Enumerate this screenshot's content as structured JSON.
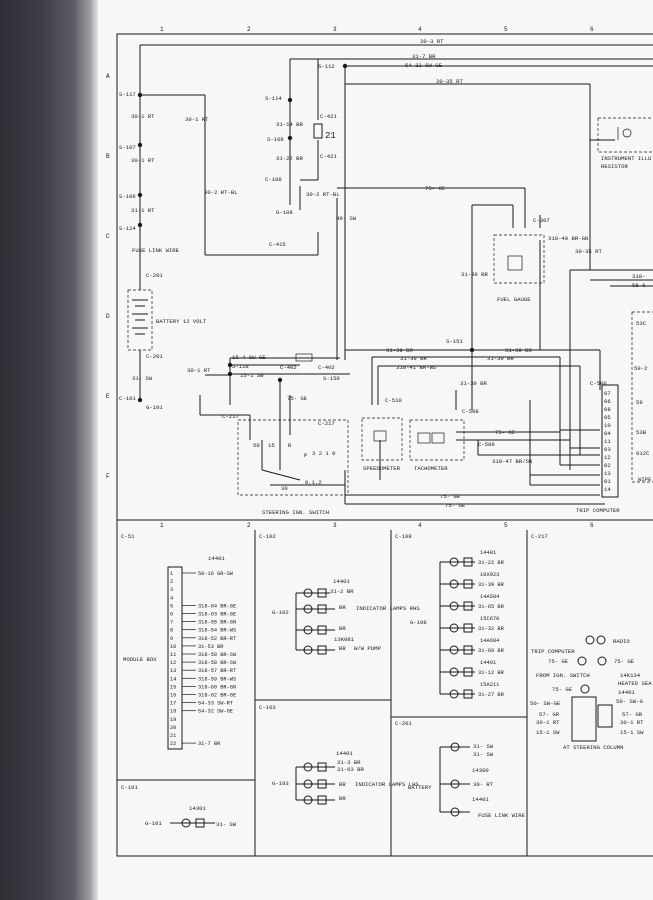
{
  "grid": {
    "cols": [
      "1",
      "2",
      "3",
      "4",
      "5",
      "6"
    ],
    "rows": [
      "A",
      "B",
      "C",
      "D",
      "E",
      "F"
    ]
  },
  "top_labels": {
    "w30_3": "30-3 RT",
    "w31_7": "31-7 BR",
    "w54_32": "54-32 SW-GE",
    "w30_35": "30-35 RT",
    "s112": "S-112",
    "s117": "S-117",
    "s114": "S-114",
    "s108": "S-108",
    "s107": "S-107",
    "s106": "S-106",
    "s124": "S-124",
    "c421a": "C-421",
    "c421b": "C-421",
    "fuse21": "21",
    "w31_14": "31-14 BR",
    "w31_22": "31-22 BR",
    "c108": "C-108",
    "g108": "G-108",
    "w30_2a": "30-2 RT-BL",
    "w30_2b": "30-2 RT-BL",
    "w30_1a": "30-1 RT",
    "w30_1b": "30-1 RT",
    "w30_1c": "30-1 RT",
    "w31_1a": "31-1 RT",
    "w75_ge": "75- GE",
    "w49_sw": "49- SW",
    "c415": "C-415",
    "c307": "C-307",
    "w318_40": "318-40 BR-GN",
    "w30_35b": "30-35 RT",
    "w31_39a": "31-39 BR",
    "fuse_link": "FUSE LINK WIRE",
    "c201a": "C-201",
    "battery": "BATTERY 12 VOLT",
    "c201b": "C-201",
    "w31_sw": "31- SW",
    "c101": "C-101",
    "g101": "G-101",
    "instr": "INSTRUMENT ILLU",
    "resistor": "RESISTOR",
    "fuel_gauge": "FUEL GAUGE",
    "s151": "S-151",
    "w31_39b": "31-39 BR",
    "w31_39c": "31-39 BR",
    "w318_41": "318-41 BR-WS",
    "w31_39d": "31-39 BR",
    "w31_39e": "31-39 BR",
    "w15_4": "15-4 SW-GE",
    "s118": "S-118",
    "w15_1": "15-1 SW",
    "c402a": "C-402",
    "c402b": "C-402",
    "s150": "S-150",
    "w75_ge2": "75- GE",
    "c217": "C-217",
    "c217b": "C-217",
    "c510": "C-510",
    "c508": "C-508",
    "c509": "C-509",
    "w31_39f": "31-39 BR",
    "w75_ge3": "75- GE",
    "w318_47": "318-47 BR/SW",
    "w75_ge4": "75- GE",
    "w75_ge5": "75- GE",
    "speedo": "SPEEDOMETER",
    "tacho": "TACHOMETER",
    "ign": "STEERING IGN. SWITCH",
    "trip": "TRIP COMPUTER",
    "c506": "C-506",
    "pins": [
      "07",
      "06",
      "08",
      "05",
      "10",
      "04",
      "11",
      "03",
      "12",
      "02",
      "13",
      "01",
      "14"
    ],
    "w318_e": "318-",
    "w58_6": "58-6",
    "r53c": "53C",
    "r59_2": "59-2",
    "r59": "59",
    "r53b": "53B",
    "r012": "012C",
    "wipe": "WIPE",
    "w30_1d": "30-1 RT",
    "sw_a": "50",
    "sw_b": "15",
    "sw_c": "R",
    "sw_d": "P",
    "sw_e": "30",
    "sw_f": "3 2 1 0",
    "sw_g": "0,1,2"
  },
  "connectors": {
    "c51": {
      "title": "C-51",
      "part": "14401",
      "box": "MODULE BOX",
      "rows": [
        [
          "1",
          "58-16 GR-SW"
        ],
        [
          "2",
          ""
        ],
        [
          "3",
          ""
        ],
        [
          "4",
          ""
        ],
        [
          "5",
          "318-64 BR-GE"
        ],
        [
          "6",
          "318-63 BR-GE"
        ],
        [
          "7",
          "318-55 BR-GN"
        ],
        [
          "8",
          "318-54 BR-WS"
        ],
        [
          "9",
          "318-52 BR-RT"
        ],
        [
          "10",
          "31-53 BR"
        ],
        [
          "11",
          "318-50 BR-SW"
        ],
        [
          "12",
          "318-58 BR-SW"
        ],
        [
          "13",
          "318-57 BR-RT"
        ],
        [
          "14",
          "318-59 BR-WS"
        ],
        [
          "15",
          "318-60 BR-GN"
        ],
        [
          "16",
          "318-62 BR-GE"
        ],
        [
          "17",
          "54-33 SW-RT"
        ],
        [
          "18",
          "54-32 SW-GE"
        ],
        [
          "19",
          ""
        ],
        [
          "20",
          ""
        ],
        [
          "21",
          ""
        ],
        [
          "22",
          "31-7 BR"
        ]
      ]
    },
    "c102": {
      "title": "C-102",
      "part": "14401",
      "wire1": "31-2 BR",
      "g": "G-102",
      "br1": "BR",
      "br2": "BR",
      "ind": "INDICATOR LAMPS RHS",
      "part2": "13K081",
      "br3": "BR",
      "pump": "W/W PUMP"
    },
    "c108": {
      "title": "C-108",
      "g": "G-108",
      "items": [
        [
          "14401",
          "31-22 BR"
        ],
        [
          "10X923",
          "31-39 BR"
        ],
        [
          "14A584",
          "31-65 BR"
        ],
        [
          "15C670",
          "31-32 BR"
        ],
        [
          "14A684",
          "31-60 BR"
        ],
        [
          "14401",
          "31-12 BR"
        ],
        [
          "15A211",
          "31-27 BR"
        ]
      ]
    },
    "c217": {
      "title": "C-217",
      "trip": "TRIP COMPUTER",
      "radio": "RADIO",
      "w75a": "75- GE",
      "w75b": "75- GE",
      "ign": "FROM IGN. SWITCH",
      "w75c": "75- GE",
      "part": "14K134",
      "heated": "HEATED SEA",
      "part2": "14401",
      "w50a": "50- SW-GE",
      "w50b": "50- SW-G",
      "w57a": "57- GR",
      "w57b": "57- GR",
      "w30a": "30-1 RT",
      "w30b": "30-1 RT",
      "w15a": "15-1 SW",
      "w15b": "15-1 SW",
      "col": "AT STEERING COLUMN"
    },
    "c103": {
      "title": "C-103",
      "part": "14401",
      "wire1": "31-3 BR",
      "wire2": "31-63 BR",
      "g": "G-103",
      "br1": "BR",
      "br2": "BR",
      "ind": "INDICATOR LAMPS LHS"
    },
    "c201": {
      "title": "C-201",
      "battery": "BATTERY",
      "w1": "31- SW",
      "w2": "31- SW",
      "part": "14300",
      "w3": "30- RT",
      "part2": "14401",
      "fuse": "FUSE LINK WIRE"
    },
    "c101": {
      "title": "C-101",
      "part": "14301",
      "g": "G-101",
      "wire": "31- SW"
    }
  }
}
